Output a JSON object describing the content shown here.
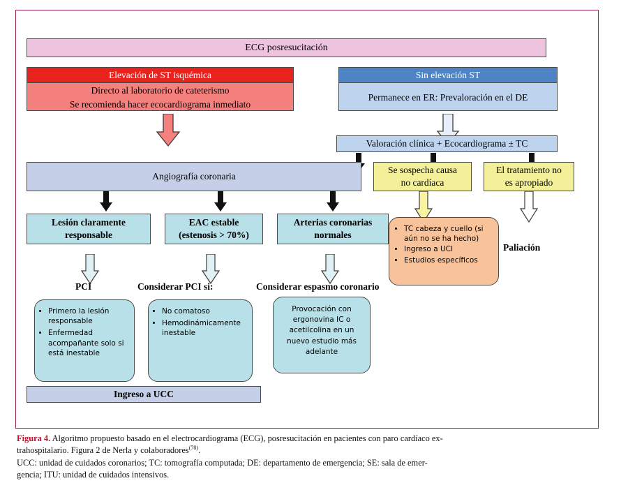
{
  "figure": {
    "top_bar": {
      "label": "ECG   posresucitación"
    },
    "st_elevation": {
      "header": "Elevación de ST isquémica",
      "line1": "Directo al laboratorio de cateterismo",
      "line2": "Se recomienda hacer  ecocardiograma inmediato"
    },
    "no_st_elevation": {
      "header": "Sin elevación ST",
      "line1": "Permanece en ER:  Prevaloración en el DE"
    },
    "valoracion": {
      "label": "Valoración clínica + Ecocardiograma ± TC"
    },
    "angiografia": {
      "label": "Angiografía coronaria"
    },
    "yellow_boxes": [
      {
        "line1": "Se sospecha causa",
        "line2": "no cardíaca"
      },
      {
        "line1": "El tratamiento no",
        "line2": "es apropiado"
      }
    ],
    "branches": [
      {
        "line1": "Lesión claramente",
        "line2": "responsable"
      },
      {
        "line1": "EAC estable",
        "line2": "(estenosis > 70%)"
      },
      {
        "line1": "Arterias coronarias",
        "line2": "normales"
      }
    ],
    "orange_box": {
      "items": [
        "TC cabeza y cuello (si aún no se ha hecho)",
        "Ingreso a UCI",
        "Estudios específicos"
      ]
    },
    "section_labels": {
      "pci": "PCI",
      "considerar_pci": "Considerar PCI si:",
      "espasmo": "Considerar espasmo coronario",
      "paliacion": "Paliación"
    },
    "outcome_boxes": [
      {
        "items": [
          "Primero la lesión responsable",
          "Enfermedad acompañante solo si está inestable"
        ]
      },
      {
        "items": [
          "No comatoso",
          "Hemodinámicamente inestable"
        ]
      }
    ],
    "spasm_box": {
      "text": "Provocación con ergonovina  IC o acetilcolina en un nuevo estudio más adelante"
    },
    "bottom_bar": {
      "label": "Ingreso a UCC"
    },
    "colors": {
      "frame_border": "#9e1f54",
      "pink_bar": "#eec3de",
      "red_header": "#e8231e",
      "red_body": "#f4817e",
      "blue_header": "#4e83c4",
      "blue_body": "#bdd3ee",
      "periwinkle": "#c5d0e8",
      "yellow": "#f4f09a",
      "cyan": "#b8e0e8",
      "orange": "#f8c39a",
      "caption_accent": "#c8102e"
    }
  },
  "caption": {
    "figure_number": "Figura 4.",
    "line1": " Algoritmo propuesto basado en el electrocardiograma (ECG), posresucitación en pacientes con paro cardíaco ex-",
    "line2": "trahospitalario. Figura 2 de Nerla y colaboradores",
    "reference": "(78)",
    "line2_end": ".",
    "line3": "UCC: unidad de cuidados coronarios; TC: tomografía computada; DE: departamento de emergencia; SE: sala de emer-",
    "line4": "gencia; ITU: unidad de cuidados intensivos."
  }
}
